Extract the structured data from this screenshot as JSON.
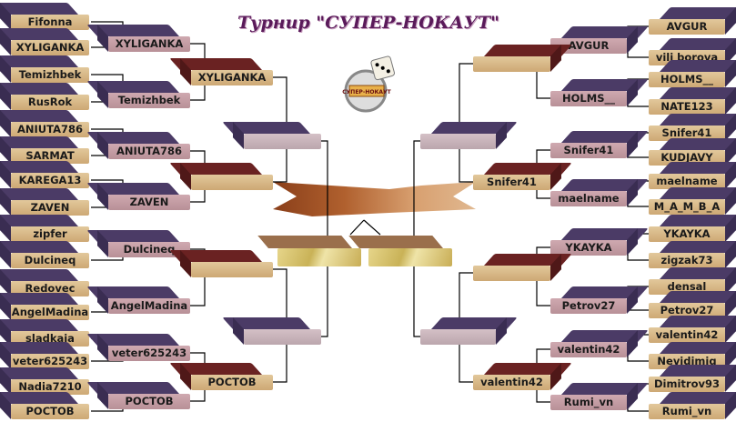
{
  "title": "Турнир \"СУПЕР-НОКАУТ\"",
  "logo_text": "СУПЕР-НОКАУТ",
  "left": {
    "round1": [
      "Fifonna",
      "XYLIGANKA",
      "Temizhbek",
      "RusRok",
      "ANIUTA786",
      "SARMAT",
      "KAREGA13",
      "ZAVEN",
      "zipfer",
      "Dulcineq",
      "Redovec",
      "AngelMadina",
      "sladkaia",
      "veter625243",
      "Nadia7210",
      "РОСТОВ"
    ],
    "round2": [
      "XYLIGANKA",
      "Temizhbek",
      "ANIUTA786",
      "ZAVEN",
      "Dulcineq",
      "AngelMadina",
      "veter625243",
      "РОСТОВ"
    ],
    "round3": [
      "XYLIGANKA",
      "",
      "",
      "РОСТОВ"
    ],
    "round4": [
      "",
      ""
    ]
  },
  "right": {
    "round1": [
      "AVGUR",
      "vili borova",
      "HOLMS__",
      "NATE123",
      "Snifer41",
      "KUDJAVY",
      "maelname",
      "M_A_M_B_A",
      "YKAYKA",
      "zigzak73",
      "densal",
      "Petrov27",
      "valentin42",
      "Nevidimiq",
      "Dimitrov93",
      "Rumi_vn"
    ],
    "round2": [
      "AVGUR",
      "HOLMS__",
      "Snifer41",
      "maelname",
      "YKAYKA",
      "Petrov27",
      "valentin42",
      "Rumi_vn"
    ],
    "round3": [
      "",
      "Snifer41",
      "",
      "valentin42"
    ],
    "round4": [
      "",
      ""
    ]
  },
  "final": [
    "",
    ""
  ],
  "colors": {
    "purple": "#4b3b66",
    "tan": "#d8b888",
    "maroon": "#6a2222",
    "gold": "#e6d58a",
    "banner": "#b8683a"
  }
}
